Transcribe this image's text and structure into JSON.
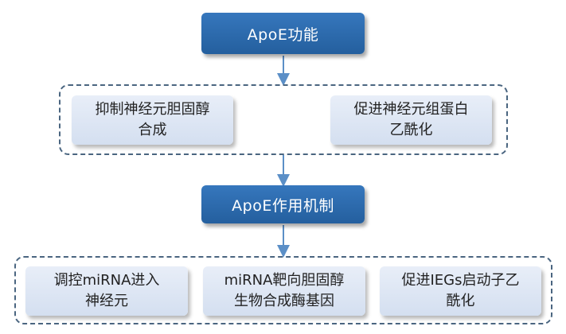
{
  "diagram": {
    "top_title": "ApoE功能",
    "mid_title": "ApoE作用机制",
    "group1": {
      "items": [
        {
          "line1": "抑制神经元胆固醇",
          "line2": "合成"
        },
        {
          "line1": "促进神经元组蛋白",
          "line2": "乙酰化"
        }
      ]
    },
    "group2": {
      "items": [
        {
          "line1": "调控miRNA进入",
          "line2": "神经元"
        },
        {
          "line1": "miRNA靶向胆固醇",
          "line2": "生物合成酶基因"
        },
        {
          "line1": "促进IEGs启动子乙",
          "line2": "酰化"
        }
      ]
    },
    "colors": {
      "title_fill": "#2b6cb0",
      "item_fill": "#dde6f3",
      "frame_stroke": "#4a6580",
      "arrow": "#5b8fc7"
    }
  }
}
